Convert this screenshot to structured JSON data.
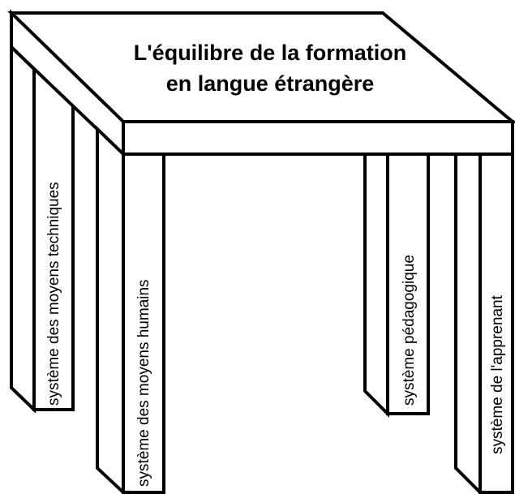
{
  "title": {
    "line1": "L'équilibre de la formation",
    "line2": "en langue étrangère"
  },
  "legs": {
    "back_left": "système des moyens techniques",
    "front_left": "système des moyens humains",
    "back_right": "système pédagogique",
    "front_right": "système de l'apprenant"
  },
  "colors": {
    "stroke": "#000000",
    "fill": "#ffffff"
  }
}
